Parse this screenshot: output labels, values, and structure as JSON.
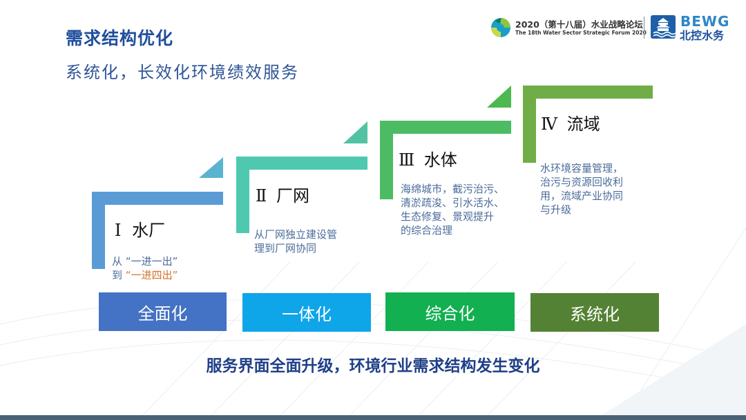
{
  "header": {
    "title": "需求结构优化",
    "subtitle": "系统化，长效化环境绩效服务"
  },
  "logos": {
    "forum_cn": "2020（第十八届）水业战略论坛",
    "forum_en": "The 18th Water Sector Strategic Forum 2020",
    "company_en": "BEWG",
    "company_cn": "北控水务"
  },
  "steps": [
    {
      "numeral": "Ⅰ",
      "name": "水厂",
      "color": "#5b9bd5",
      "triangle_color": "#5ab4cf",
      "desc_prefix1": "从",
      "desc_quote1": "“一进一出”",
      "desc_prefix2": "到",
      "desc_quote2": "“一进四出”"
    },
    {
      "numeral": "Ⅱ",
      "name": "厂网",
      "color": "#4ec9b0",
      "triangle_color": "#52c2a4",
      "desc_lines": [
        "从厂网独立建设管",
        "理到厂网协同"
      ]
    },
    {
      "numeral": "Ⅲ",
      "name": "水体",
      "color": "#4cbb63",
      "triangle_color": "#4cb84f",
      "desc_lines": [
        "海绵城市，截污治污、",
        "清淤疏浚、引水活水、",
        "生态修复、景观提升",
        "的综合治理"
      ]
    },
    {
      "numeral": "Ⅳ",
      "name": "流域",
      "color": "#70ad47",
      "desc_lines": [
        "水环境容量管理，",
        "治污与资源回收利",
        "用，流域产业协同",
        "与升级"
      ]
    }
  ],
  "boxes": [
    {
      "label": "全面化",
      "color": "#4472c4"
    },
    {
      "label": "一体化",
      "color": "#0ea5e9"
    },
    {
      "label": "综合化",
      "color": "#12b050"
    },
    {
      "label": "系统化",
      "color": "#548235"
    }
  ],
  "conclusion": "服务界面全面升级，环境行业需求结构发生变化",
  "colors": {
    "title": "#1f4e9c",
    "subtitle": "#2f5597",
    "desc": "#4a6b9a",
    "highlight": "#d4722a",
    "conclusion": "#1f3f87",
    "bottom_bar": "#4a6376"
  }
}
